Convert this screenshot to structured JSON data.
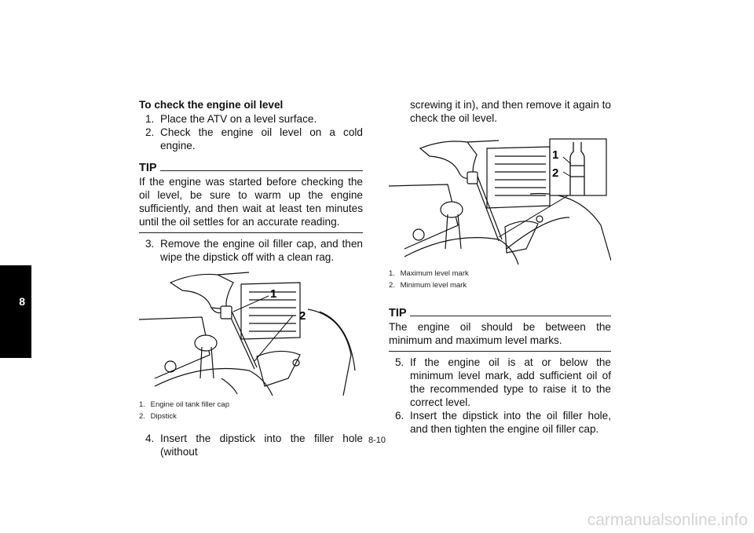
{
  "tab": {
    "label": "8"
  },
  "left": {
    "heading": "To check the engine oil level",
    "steps": [
      {
        "num": "1.",
        "text": "Place the ATV on a level surface."
      },
      {
        "num": "2.",
        "text": "Check the engine oil level on a cold engine."
      }
    ],
    "tip_title": "TIP",
    "tip_text": "If the engine was started before checking the oil level, be sure to warm up the engine sufficiently, and then wait at least ten minutes until the oil settles for an accurate reading.",
    "step3": {
      "num": "3.",
      "text": "Remove the engine oil filler cap, and then wipe the dipstick off with a clean rag."
    },
    "figure1": {
      "label1": "1",
      "label2": "2",
      "captions": [
        {
          "num": "1.",
          "text": "Engine oil tank filler cap"
        },
        {
          "num": "2.",
          "text": "Dipstick"
        }
      ]
    },
    "step4": {
      "num": "4.",
      "text": "Insert the dipstick into the filler hole (without"
    }
  },
  "right": {
    "continued": "screwing it in), and then remove it again to check the oil level.",
    "figure2": {
      "label1": "1",
      "label2": "2",
      "captions": [
        {
          "num": "1.",
          "text": "Maximum level mark"
        },
        {
          "num": "2.",
          "text": "Minimum level mark"
        }
      ]
    },
    "tip_title": "TIP",
    "tip_text": "The engine oil should be between the minimum and maximum level marks.",
    "steps": [
      {
        "num": "5.",
        "text": "If the engine oil is at or below the minimum level mark, add sufficient oil of the recommended type to raise it to the correct level."
      },
      {
        "num": "6.",
        "text": "Insert the dipstick into the oil filler hole, and then tighten the engine oil filler cap."
      }
    ]
  },
  "page_number": "8-10",
  "watermark": "carmanualsonline.info"
}
